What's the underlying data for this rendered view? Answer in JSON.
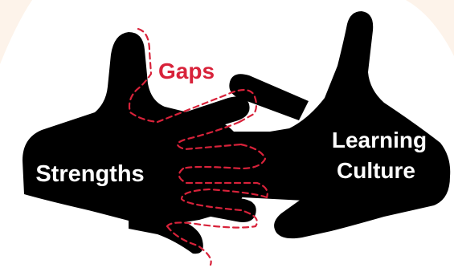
{
  "labels": {
    "gaps": "Gaps",
    "strengths": "Strengths",
    "learning": "Learning",
    "culture": "Culture"
  },
  "colors": {
    "hand": "#000000",
    "outline": "#d8223a",
    "gaps_text": "#d8223a",
    "hand_text": "#ffffff",
    "background": "#ffffff",
    "corner_tint": "#fdf3ea"
  },
  "icons": {
    "left_hand": "open-hand-left-icon",
    "right_hand": "open-hand-right-icon"
  }
}
